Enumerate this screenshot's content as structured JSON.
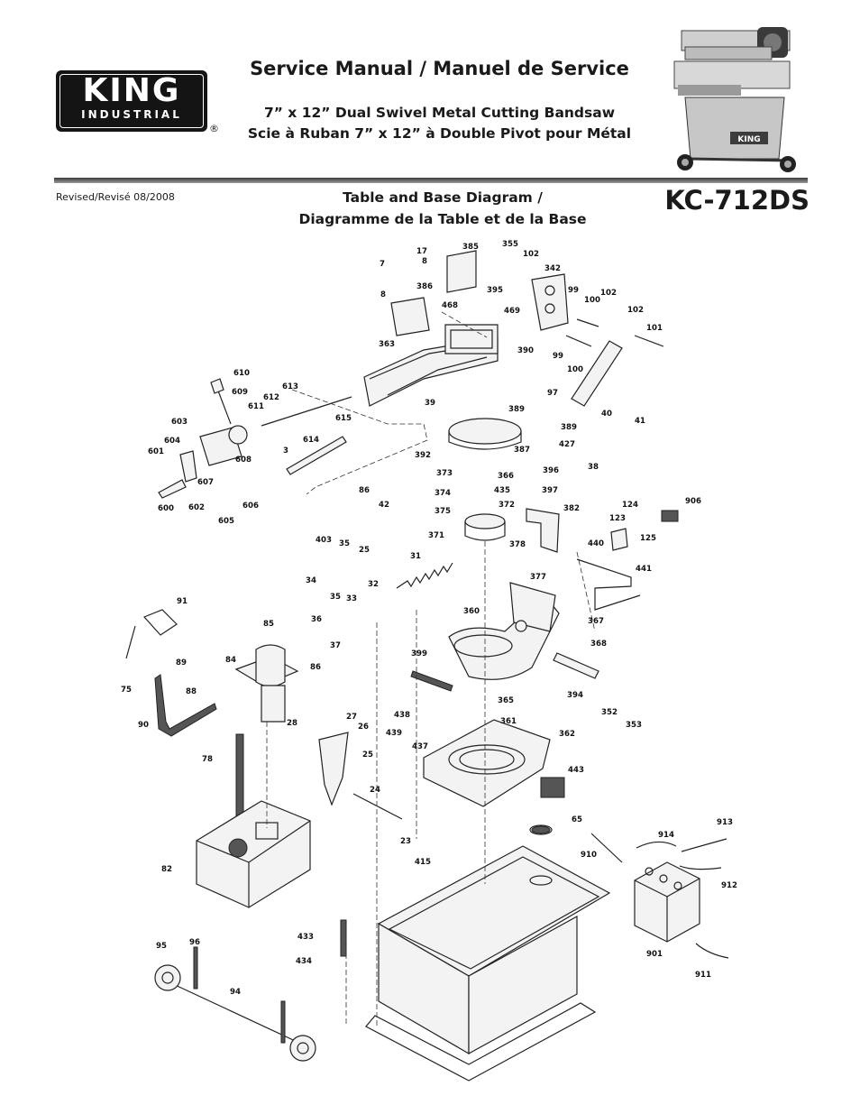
{
  "header": {
    "logo_main": "KING",
    "logo_sub": "INDUSTRIAL",
    "registered_mark": "®",
    "title": "Service Manual / Manuel de Service",
    "subtitle_en": "7” x 12” Dual Swivel Metal Cutting Bandsaw",
    "subtitle_fr": "Scie à Ruban 7” x 12” à Double Pivot pour Métal",
    "machine_badge": "KING"
  },
  "info": {
    "revised": "Revised/Revisé 08/2008",
    "diagram_title_line1": "Table and Base Diagram /",
    "diagram_title_line2": "Diagramme de la Table et de la Base",
    "model": "KC-712DS"
  },
  "part_labels": [
    "7",
    "17",
    "8",
    "8",
    "386",
    "385",
    "355",
    "102",
    "342",
    "395",
    "468",
    "469",
    "99",
    "100",
    "102",
    "102",
    "101",
    "363",
    "390",
    "99",
    "100",
    "610",
    "609",
    "613",
    "612",
    "611",
    "39",
    "389",
    "97",
    "40",
    "41",
    "603",
    "615",
    "389",
    "427",
    "604",
    "601",
    "608",
    "3",
    "614",
    "392",
    "387",
    "38",
    "373",
    "366",
    "396",
    "607",
    "374",
    "435",
    "397",
    "600",
    "602",
    "605",
    "606",
    "86",
    "42",
    "375",
    "372",
    "382",
    "124",
    "906",
    "123",
    "125",
    "403",
    "35",
    "25",
    "371",
    "378",
    "440",
    "441",
    "31",
    "377",
    "34",
    "32",
    "35",
    "33",
    "91",
    "36",
    "37",
    "360",
    "367",
    "85",
    "84",
    "86",
    "368",
    "75",
    "89",
    "88",
    "399",
    "394",
    "90",
    "438",
    "365",
    "352",
    "353",
    "27",
    "28",
    "26",
    "439",
    "361",
    "437",
    "362",
    "78",
    "25",
    "443",
    "24",
    "23",
    "65",
    "913",
    "914",
    "910",
    "415",
    "912",
    "82",
    "433",
    "901",
    "434",
    "95",
    "96",
    "911",
    "94"
  ]
}
